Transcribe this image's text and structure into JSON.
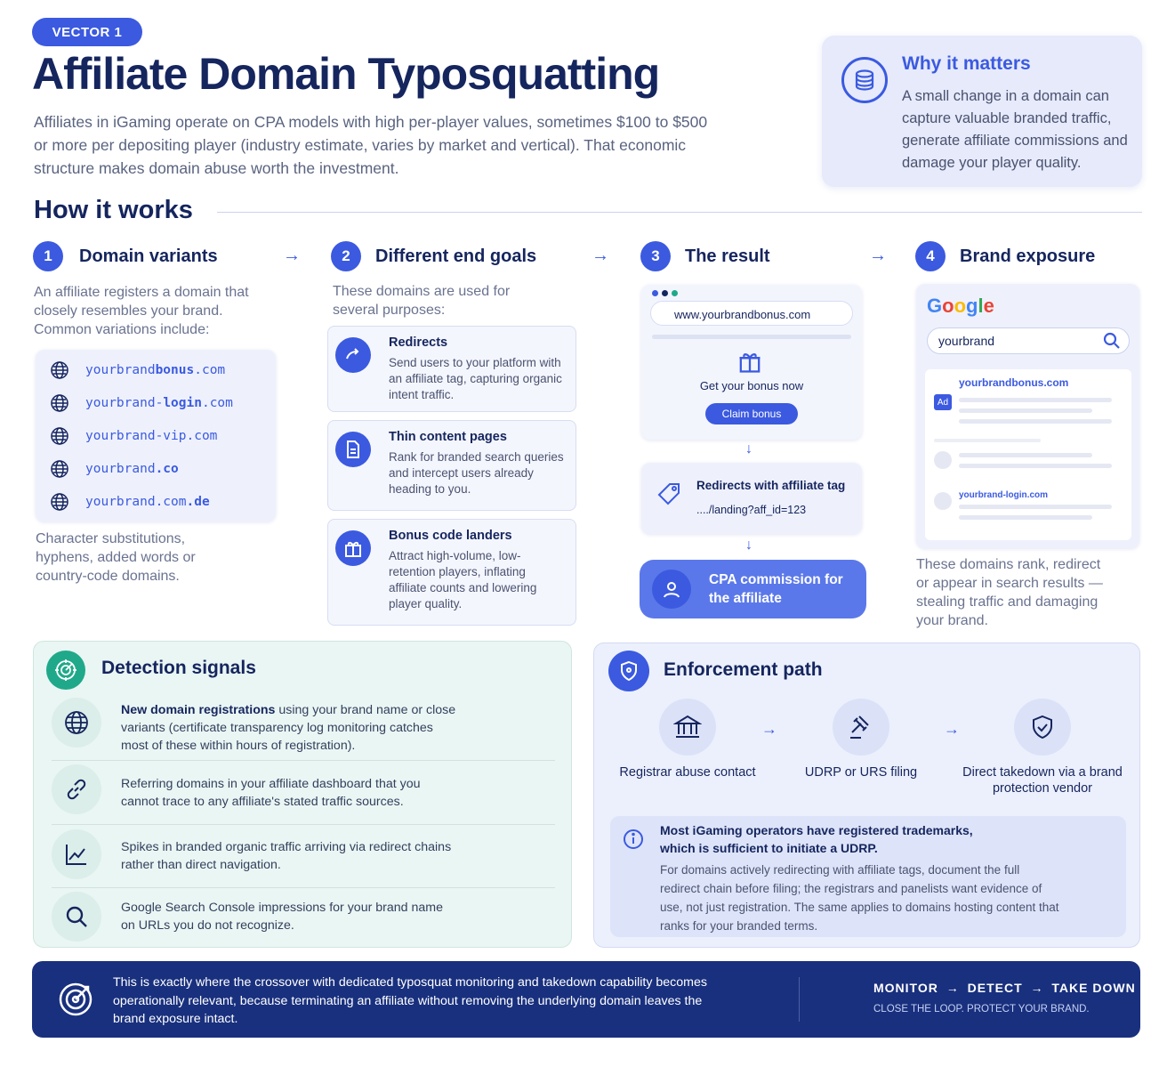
{
  "badge": "VECTOR 1",
  "title": "Affiliate Domain Typosquatting",
  "intro": "Affiliates in iGaming operate on CPA models with high per-player values, sometimes $100 to $500 or more per depositing player (industry estimate, varies by market and vertical). That economic structure makes domain abuse worth the investment.",
  "why": {
    "title": "Why it matters",
    "text": "A small change in a domain can capture valuable branded traffic, generate affiliate commissions and damage your player quality."
  },
  "how_title": "How it works",
  "steps": [
    {
      "num": "1",
      "title": "Domain variants",
      "desc": "An affiliate registers a domain that closely resembles your brand. Common variations include:",
      "domains": [
        {
          "a": "yourbrand",
          "b": "bonus",
          ".c": ".com",
          "c": ".com"
        },
        {
          "a": "yourbrand-",
          "b": "login",
          "c": ".com"
        },
        {
          "a": "yourbrand-vip.com",
          "b": "",
          "c": ""
        },
        {
          "a": "yourbrand",
          "b": ".co",
          "c": ""
        },
        {
          "a": "yourbrand.com",
          "b": ".de",
          "c": ""
        }
      ],
      "note": "Character substitutions, hyphens, added words or country-code domains."
    },
    {
      "num": "2",
      "title": "Different end goals",
      "desc": "These domains are used for several purposes:",
      "goals": [
        {
          "title": "Redirects",
          "text": "Send users to your platform with an affiliate tag, capturing organic intent traffic.",
          "icon": "redirect-icon"
        },
        {
          "title": "Thin content pages",
          "text": "Rank for branded search queries and intercept users already heading to you.",
          "icon": "document-icon"
        },
        {
          "title": "Bonus code landers",
          "text": "Attract high-volume, low-retention players, inflating affiliate counts and lowering player quality.",
          "icon": "gift-icon"
        }
      ]
    },
    {
      "num": "3",
      "title": "The result",
      "browser_url": "www.yourbrandbonus.com",
      "bonus_text": "Get your bonus now",
      "claim": "Claim bonus",
      "redirect_title": "Redirects with affiliate tag",
      "redirect_url": "..../landing?aff_id=123",
      "cpa": "CPA commission for the affiliate"
    },
    {
      "num": "4",
      "title": "Brand exposure",
      "google": "Google",
      "search": "yourbrand",
      "ad_label": "Ad",
      "result1": "yourbrandbonus.com",
      "result2": "yourbrand-login.com",
      "note": "These domains rank, redirect or appear in search results — stealing traffic and damaging your brand."
    }
  ],
  "detection": {
    "title": "Detection signals",
    "items": [
      {
        "bold": "New domain registrations",
        "text": " using your brand name or close variants (certificate transparency log monitoring catches most of these within hours of registration).",
        "icon": "globe-icon"
      },
      {
        "bold": "",
        "text": "Referring domains in your affiliate dashboard that you cannot trace to any affiliate's stated traffic sources.",
        "icon": "link-icon"
      },
      {
        "bold": "",
        "text": "Spikes in branded organic traffic arriving via redirect chains rather than direct navigation.",
        "icon": "chart-icon"
      },
      {
        "bold": "",
        "text": "Google Search Console impressions for your brand name on URLs you do not recognize.",
        "icon": "search-icon"
      }
    ]
  },
  "enforcement": {
    "title": "Enforcement path",
    "steps": [
      {
        "label": "Registrar abuse contact",
        "icon": "bank-icon"
      },
      {
        "label": "UDRP or URS filing",
        "icon": "gavel-icon"
      },
      {
        "label": "Direct takedown via a brand protection vendor",
        "icon": "shield-check-icon"
      }
    ],
    "info_bold": "Most iGaming operators have registered trademarks, which is sufficient to initiate a UDRP.",
    "info_text": "For domains actively redirecting with affiliate tags, document the full redirect chain before filing; the registrars and panelists want evidence of use, not just registration. The same applies to domains hosting content that ranks for your branded terms."
  },
  "footer": {
    "text": "This is exactly where the crossover with dedicated typosquat monitoring and takedown capability becomes operationally relevant, because terminating an affiliate without removing the underlying domain leaves the brand exposure intact.",
    "flow": [
      "MONITOR",
      "DETECT",
      "TAKE DOWN"
    ],
    "tagline": "CLOSE THE LOOP. PROTECT YOUR BRAND."
  },
  "colors": {
    "accent": "#3b5ae0",
    "navy": "#15255e",
    "teal": "#1fa98a",
    "footer": "#19307e"
  }
}
